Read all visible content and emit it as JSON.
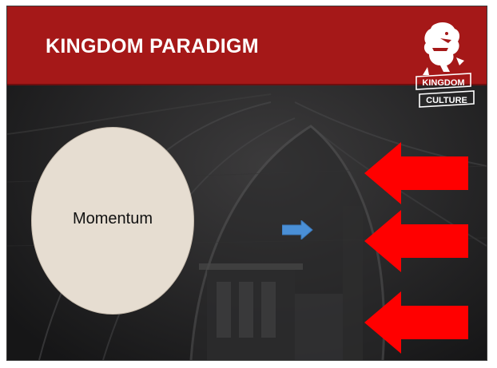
{
  "slide": {
    "title": "KINGDOM PARADIGM",
    "logo": {
      "line1": "KINGDOM",
      "line2": "CULTURE",
      "icon": "lion-rampant-icon"
    },
    "circle_label": "Momentum",
    "colors": {
      "header": "#a51818",
      "circle_fill": "#e6ddd1",
      "small_arrow": "#4a8fd6",
      "big_arrows": "#ff0000",
      "background": "#1e1e1f"
    },
    "icons": {
      "small_arrow": "arrow-right-icon",
      "big_arrows": "arrow-left-icon"
    }
  }
}
